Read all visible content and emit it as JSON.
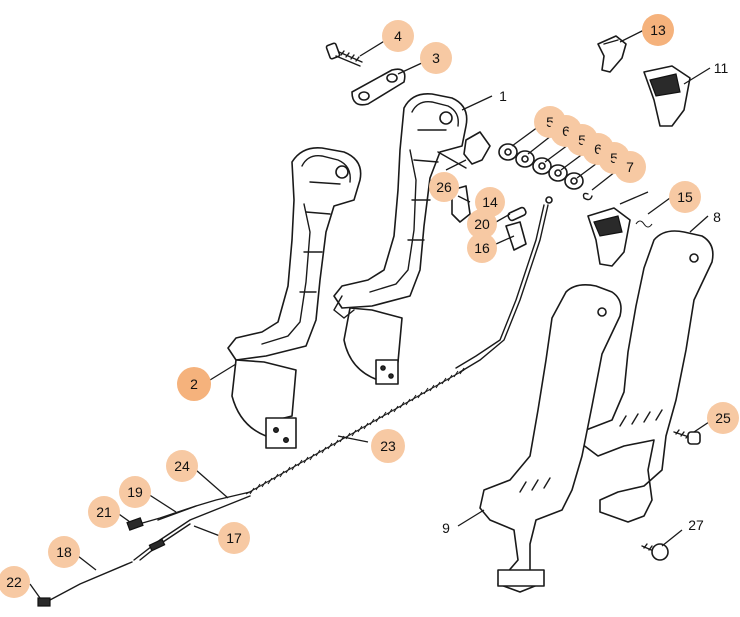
{
  "callouts": {
    "c1": "1",
    "c2": "2",
    "c3": "3",
    "c4": "4",
    "c5a": "5",
    "c6a": "6",
    "c5b": "5",
    "c6b": "6",
    "c5c": "5",
    "c7": "7",
    "c8": "8",
    "c9": "9",
    "c11": "11",
    "c13": "13",
    "c14": "14",
    "c15": "15",
    "c16": "16",
    "c17": "17",
    "c18": "18",
    "c19": "19",
    "c20": "20",
    "c21": "21",
    "c22": "22",
    "c23": "23",
    "c24": "24",
    "c25": "25",
    "c26": "26",
    "c27": "27"
  },
  "colors": {
    "callout_fill": "#f7c9a3",
    "callout_fill_strong": "#f5b27c",
    "line": "#1a1a1a",
    "background": "#ffffff"
  }
}
